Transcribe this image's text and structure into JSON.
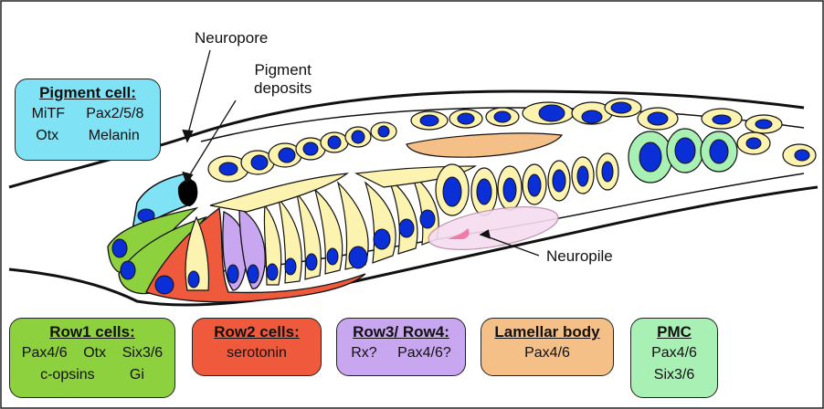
{
  "labels": {
    "neuropore": "Neuropore",
    "pigment_deposits_1": "Pigment",
    "pigment_deposits_2": "deposits",
    "neuropile": "Neuropile"
  },
  "pigment_cell": {
    "title": "Pigment cell:",
    "markers": [
      "MiTF",
      "Pax2/5/8",
      "Otx",
      "Melanin"
    ],
    "color": "#7fe3f5"
  },
  "row1_cells": {
    "title": "Row1 cells:",
    "line1": [
      "Pax4/6",
      "Otx",
      "Six3/6"
    ],
    "line2": [
      "c-opsins",
      "Gi"
    ],
    "color": "#8ed13f"
  },
  "row2_cells": {
    "title": "Row2 cells:",
    "line1": "serotonin",
    "color": "#ef5a3c"
  },
  "row3_row4": {
    "title": "Row3/ Row4:",
    "line1": [
      "Rx?",
      "Pax4/6?"
    ],
    "color": "#c9a6f0"
  },
  "lamellar_body": {
    "title": "Lamellar body",
    "line1": "Pax4/6",
    "color": "#f5c088"
  },
  "pmc": {
    "title": "PMC",
    "line1": "Pax4/6",
    "line2": "Six3/6",
    "color": "#a9f0b5"
  },
  "colors": {
    "nucleus": "#0b2fd6",
    "yellow_cell": "#fdf3b0",
    "neuropile": "#f6dcf0"
  }
}
